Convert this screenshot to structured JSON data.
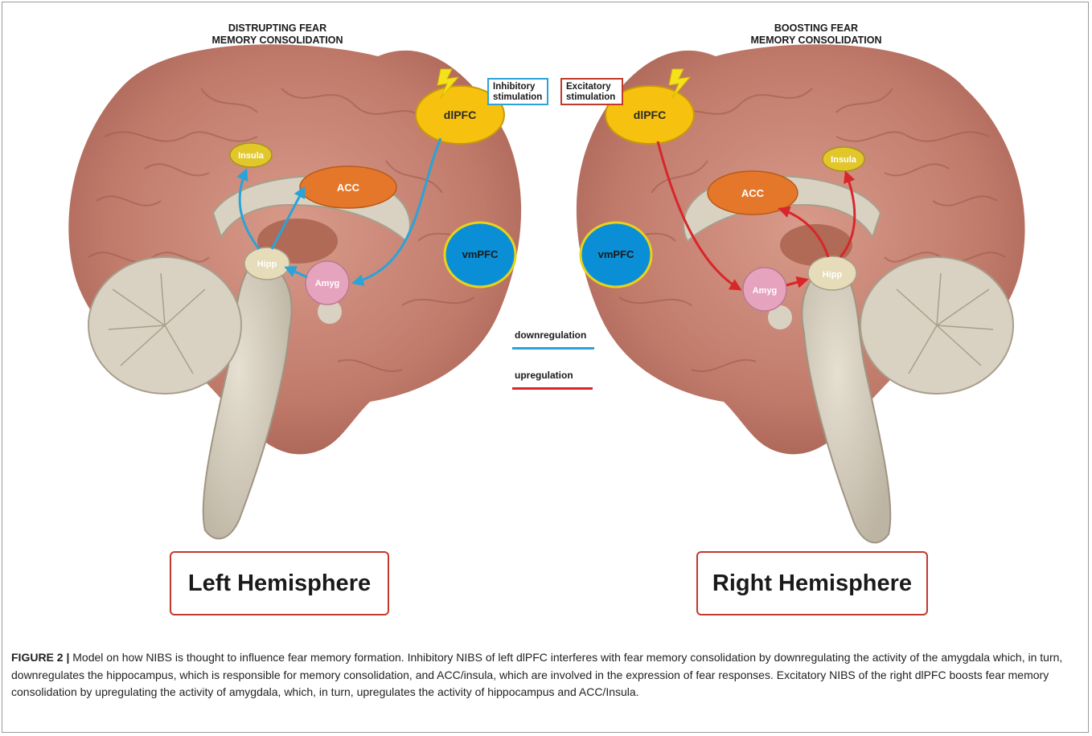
{
  "titles": {
    "left": [
      "DISTRUPTING FEAR",
      "MEMORY CONSOLIDATION"
    ],
    "right": [
      "BOOSTING FEAR",
      "MEMORY CONSOLIDATION"
    ]
  },
  "stimulation": {
    "left": [
      "Inhibitory",
      "stimulation"
    ],
    "right": [
      "Excitatory",
      "stimulation"
    ]
  },
  "regions": {
    "dlpfc": "dlPFC",
    "vmpfc": "vmPFC",
    "acc": "ACC",
    "insula": "Insula",
    "hipp": "Hipp",
    "amyg": "Amyg"
  },
  "legend": {
    "down": "downregulation",
    "up": "upregulation"
  },
  "hemispheres": {
    "left": "Left Hemisphere",
    "right": "Right Hemisphere"
  },
  "caption": {
    "label": "FIGURE 2 |",
    "text": " Model on how NIBS is thought to influence fear memory formation. Inhibitory NIBS of left dlPFC interferes with fear memory consolidation by downregulating the activity of the amygdala which, in turn, downregulates the hippocampus, which is responsible for memory consolidation, and ACC/insula, which are involved in the expression of fear responses. Excitatory NIBS of the right dlPFC boosts fear memory consolidation by upregulating the activity of amygdala, which, in turn, upregulates the activity of hippocampus and ACC/Insula."
  },
  "colors": {
    "down": "#2aa3d8",
    "up": "#d8262a",
    "brain": "#c98575",
    "brain_dark": "#a86558",
    "dlpfc": "#f7c20f",
    "vmpfc": "#0a8fd6",
    "acc": "#e5772a",
    "insula": "#e2c72a",
    "hipp": "#e7dcb9",
    "amyg": "#e6a3bd",
    "stem": "#d8d1c3"
  }
}
